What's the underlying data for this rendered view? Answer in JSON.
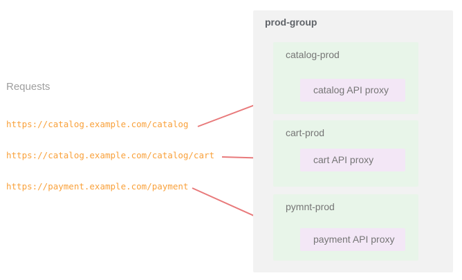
{
  "requests": {
    "title": "Requests",
    "urls": [
      "https://catalog.example.com/catalog",
      "https://catalog.example.com/catalog/cart",
      "https://payment.example.com/payment"
    ]
  },
  "prod_group": {
    "title": "prod-group",
    "environments": [
      {
        "name": "catalog-prod",
        "proxy": "catalog API proxy"
      },
      {
        "name": "cart-prod",
        "proxy": "cart API proxy"
      },
      {
        "name": "pymnt-prod",
        "proxy": "payment API proxy"
      }
    ]
  },
  "connections": [
    {
      "from": "https://catalog.example.com/catalog",
      "to": "catalog API proxy"
    },
    {
      "from": "https://catalog.example.com/catalog/cart",
      "to": "cart API proxy"
    },
    {
      "from": "https://payment.example.com/payment",
      "to": "payment API proxy"
    }
  ],
  "colors": {
    "page_bg": "#ffffff",
    "requests_title": "#9e9e9e",
    "url_text": "#f9a13b",
    "arrow": "#e8797a",
    "panel_bg": "#f2f2f2",
    "panel_title": "#5f6368",
    "env_bg": "#e8f5e9",
    "env_label": "#757575",
    "proxy_bg": "#f3e7f6",
    "proxy_label": "#757575"
  }
}
